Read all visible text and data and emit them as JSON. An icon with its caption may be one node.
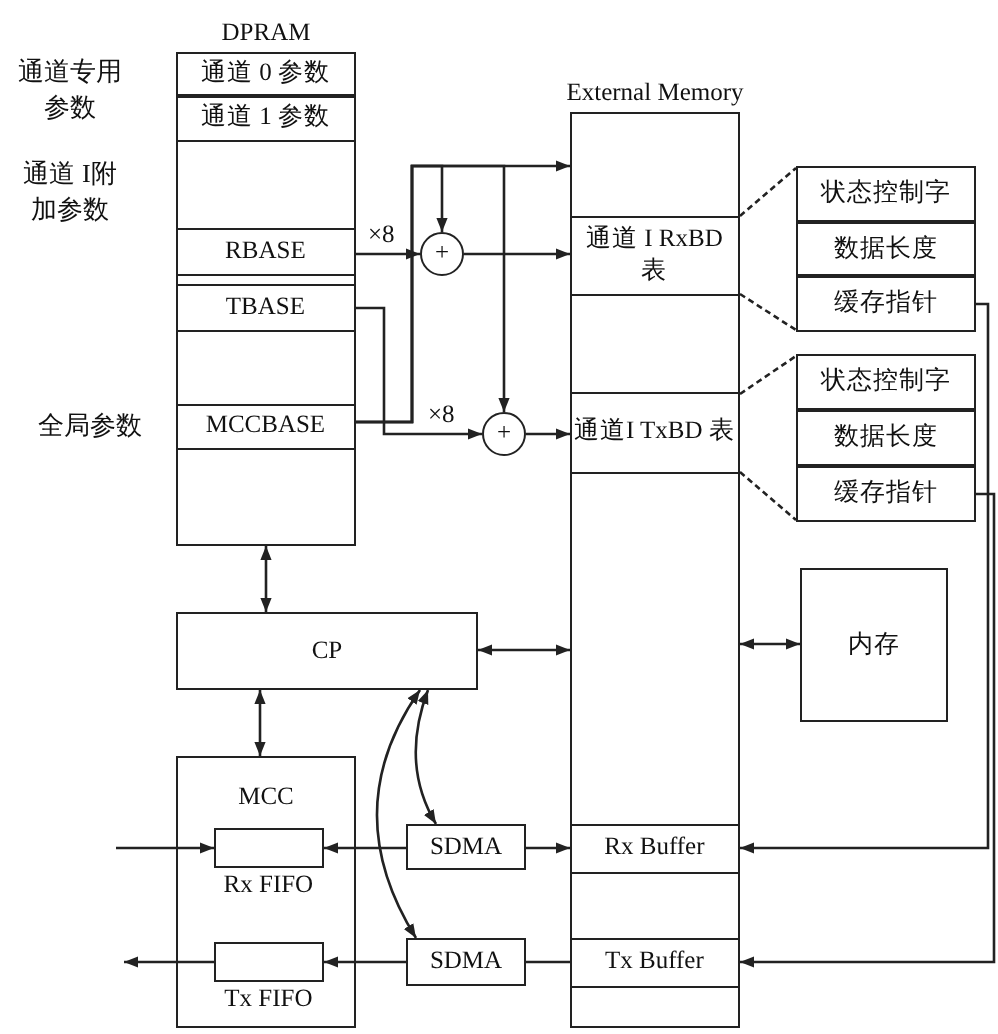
{
  "diagram": {
    "nodes": [
      {
        "text": [
          "DPRAM"
        ]
      },
      {
        "text": [
          "通道 0 参数"
        ],
        "in": 0
      },
      {
        "text": [
          "通道 1 参数"
        ],
        "in": 0
      },
      {
        "text": [
          "RBASE"
        ],
        "in": 0
      },
      {
        "text": [
          "TBASE"
        ],
        "in": 0
      },
      {
        "text": [
          "MCCBASE"
        ],
        "in": 0
      },
      {
        "text": [
          "+"
        ]
      },
      {
        "text": [
          "+"
        ]
      },
      {
        "text": [
          "External Memory"
        ]
      },
      {
        "text": [
          "通道 I RxBD 表"
        ],
        "in": 8
      },
      {
        "text": [
          "通道I TxBD 表"
        ],
        "in": 8
      },
      {
        "text": [
          "Rx Buffer"
        ],
        "in": 8
      },
      {
        "text": [
          "Tx Buffer"
        ],
        "in": 8
      },
      {
        "text": [
          "状态控制字"
        ]
      },
      {
        "text": [
          "数据长度"
        ]
      },
      {
        "text": [
          "缓存指针"
        ]
      },
      {
        "text": [
          "状态控制字"
        ]
      },
      {
        "text": [
          "数据长度"
        ]
      },
      {
        "text": [
          "缓存指针"
        ]
      },
      {
        "text": [
          "CP"
        ]
      },
      {
        "text": [
          "内存"
        ]
      },
      {
        "text": [
          "MCC"
        ]
      },
      {
        "text": [
          "Rx FIFO"
        ],
        "in": 21
      },
      {
        "text": [
          "Tx FIFO"
        ],
        "in": 21
      },
      {
        "text": [
          "SDMA"
        ]
      },
      {
        "text": [
          "SDMA"
        ]
      }
    ],
    "edges": [
      {
        "from": 3,
        "to": 6,
        "arrow": "to",
        "label": "×8"
      },
      {
        "from": 4,
        "to": 7,
        "arrow": "to",
        "label": "×8"
      },
      {
        "from": 5,
        "to": 8,
        "arrow": "to"
      },
      {
        "from": 5,
        "to": 6,
        "arrow": "to"
      },
      {
        "from": 5,
        "to": 7,
        "arrow": "to"
      },
      {
        "from": 6,
        "to": 9,
        "arrow": "to"
      },
      {
        "from": 7,
        "to": 10,
        "arrow": "to"
      },
      {
        "from": 9,
        "to": 13,
        "arrow": "none",
        "style": "dashed"
      },
      {
        "from": 9,
        "to": 15,
        "arrow": "none",
        "style": "dashed"
      },
      {
        "from": 10,
        "to": 16,
        "arrow": "none",
        "style": "dashed"
      },
      {
        "from": 10,
        "to": 18,
        "arrow": "none",
        "style": "dashed"
      },
      {
        "from": 0,
        "to": 19,
        "arrow": "both"
      },
      {
        "from": 19,
        "to": 8,
        "arrow": "both"
      },
      {
        "from": 8,
        "to": 20,
        "arrow": "both"
      },
      {
        "from": 19,
        "to": 21,
        "arrow": "both"
      },
      {
        "from": 19,
        "to": 24,
        "arrow": "both"
      },
      {
        "from": 19,
        "to": 25,
        "arrow": "both"
      },
      {
        "from": null,
        "to": 22,
        "arrow": "to"
      },
      {
        "from": 24,
        "to": 22,
        "arrow": "to"
      },
      {
        "from": 24,
        "to": 11,
        "arrow": "to"
      },
      {
        "from": 15,
        "to": 11,
        "arrow": "to"
      },
      {
        "from": 18,
        "to": 12,
        "arrow": "to"
      },
      {
        "from": 12,
        "to": 25,
        "arrow": "none"
      },
      {
        "from": 25,
        "to": 23,
        "arrow": "to"
      },
      {
        "from": 23,
        "to": null,
        "arrow": "to"
      }
    ],
    "labels": [
      "通道专用参数",
      "通道 I附加参数",
      "全局参数"
    ]
  }
}
